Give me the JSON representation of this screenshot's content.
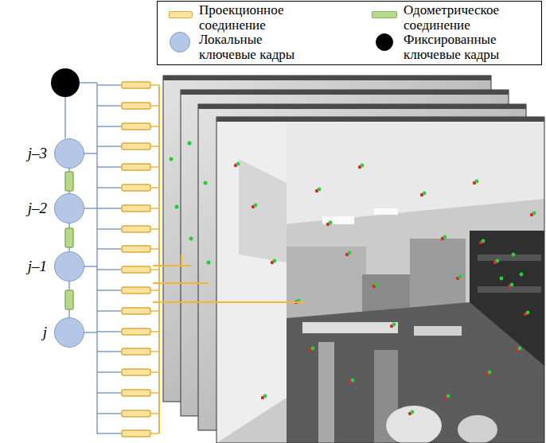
{
  "diagram": {
    "nodes": [
      {
        "text": [
          "j–3"
        ]
      },
      {
        "text": [
          "j–2"
        ]
      },
      {
        "text": [
          "j–1"
        ]
      },
      {
        "text": [
          "j"
        ]
      }
    ],
    "edges": [
      {
        "from": 0,
        "to": 1,
        "arrow": "none"
      },
      {
        "from": 1,
        "to": 2,
        "arrow": "none"
      },
      {
        "from": 2,
        "to": 3,
        "arrow": "none"
      }
    ],
    "legend": [
      {
        "text": "Проекционное соединение",
        "color": "#fbe3a0"
      },
      {
        "text": "Одометрическое соединение",
        "color": "#b6d98e"
      },
      {
        "text": "Локальные ключевые кадры",
        "color": "#b4c7e7"
      },
      {
        "text": "Фиксированные ключевые кадры",
        "color": "#000000"
      }
    ]
  }
}
